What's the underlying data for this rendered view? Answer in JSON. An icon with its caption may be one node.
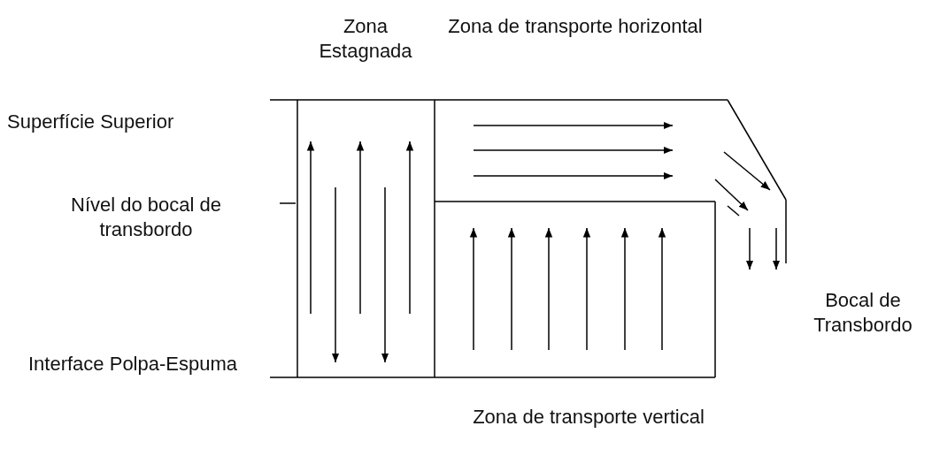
{
  "diagram": {
    "labels": [
      "Zona Estagnada",
      "Zona de transporte horizontal",
      "Superfície Superior",
      "Nível do bocal de transbordo",
      "Interface Polpa-Espuma",
      "Bocal de Transbordo",
      "Zona de transporte vertical"
    ]
  }
}
